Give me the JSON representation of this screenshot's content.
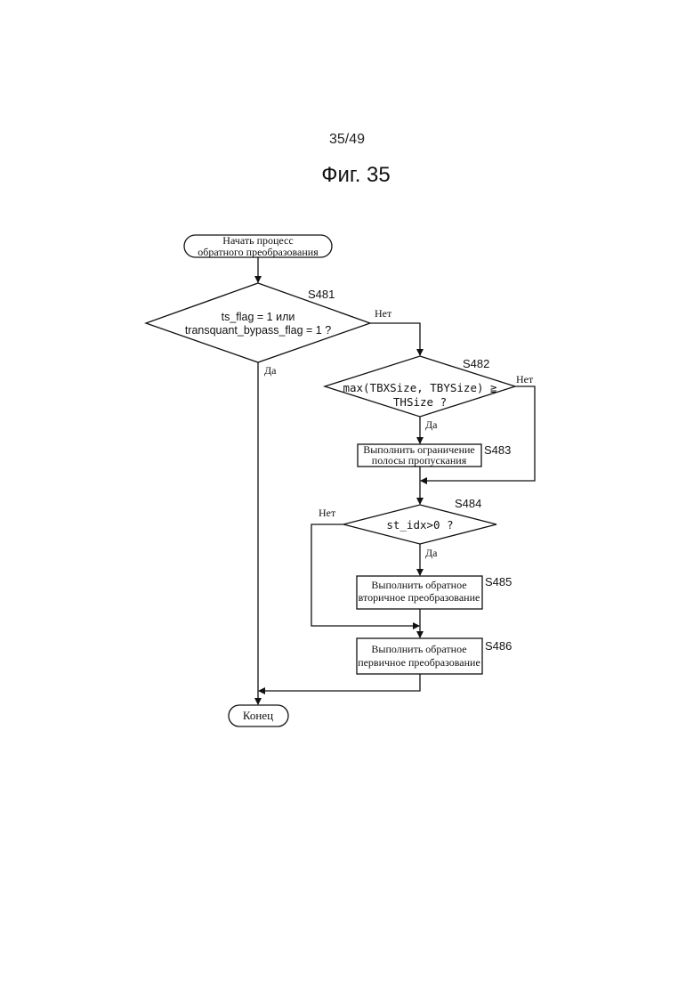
{
  "page_number": "35/49",
  "figure_title": "Фиг. 35",
  "start": {
    "line1": "Начать процесс",
    "line2": "обратного преобразования"
  },
  "s481": {
    "label": "S481",
    "line1": "ts_flag = 1 или",
    "line2": "transquant_bypass_flag = 1 ?",
    "no": "Нет",
    "yes": "Да"
  },
  "s482": {
    "label": "S482",
    "line1": "max(TBXSize, TBYSize) ≧",
    "line2": "THSize ?",
    "no": "Нет",
    "yes": "Да"
  },
  "s483": {
    "label": "S483",
    "line1": "Выполнить ограничение",
    "line2": "полосы пропускания"
  },
  "s484": {
    "label": "S484",
    "text": "st_idx>0 ?",
    "no": "Нет",
    "yes": "Да"
  },
  "s485": {
    "label": "S485",
    "line1": "Выполнить обратное",
    "line2": "вторичное преобразование"
  },
  "s486": {
    "label": "S486",
    "line1": "Выполнить обратное",
    "line2": "первичное преобразование"
  },
  "end": {
    "text": "Конец"
  }
}
